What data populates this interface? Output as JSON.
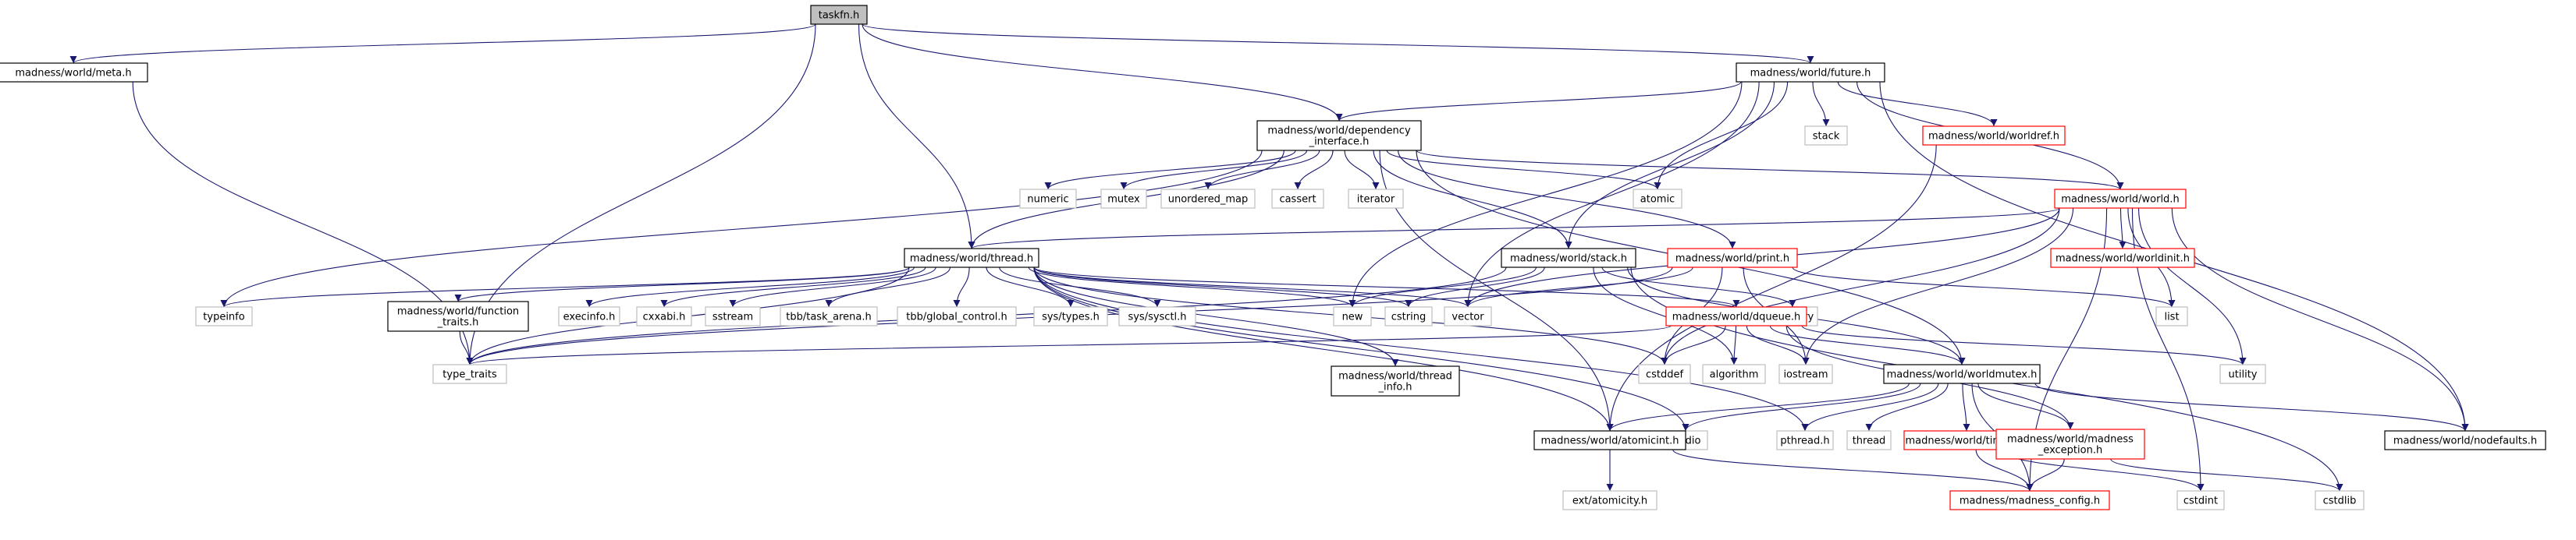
{
  "colors": {
    "edge": "#191970",
    "root_fill": "#bfbfbf",
    "root_border": "#000000",
    "documented_border": "#000000",
    "incomplete_border": "#ff0000",
    "external_border": "#bfbfbf"
  },
  "nodes": [
    {
      "id": "taskfn",
      "label": "taskfn.h",
      "kind": "root"
    },
    {
      "id": "meta",
      "label": "madness/world/meta.h",
      "kind": "documented"
    },
    {
      "id": "future",
      "label": "madness/world/future.h",
      "kind": "documented"
    },
    {
      "id": "depint",
      "label": "madness/world/dependency\n_interface.h",
      "kind": "documented"
    },
    {
      "id": "stack",
      "label": "stack",
      "kind": "external"
    },
    {
      "id": "worldref",
      "label": "madness/world/worldref.h",
      "kind": "incomplete"
    },
    {
      "id": "numeric",
      "label": "numeric",
      "kind": "external"
    },
    {
      "id": "mutex",
      "label": "mutex",
      "kind": "external"
    },
    {
      "id": "umap",
      "label": "unordered_map",
      "kind": "external"
    },
    {
      "id": "cassert",
      "label": "cassert",
      "kind": "external"
    },
    {
      "id": "iterator",
      "label": "iterator",
      "kind": "external"
    },
    {
      "id": "atomic",
      "label": "atomic",
      "kind": "external"
    },
    {
      "id": "world",
      "label": "madness/world/world.h",
      "kind": "incomplete"
    },
    {
      "id": "thread",
      "label": "madness/world/thread.h",
      "kind": "documented"
    },
    {
      "id": "wstack",
      "label": "madness/world/stack.h",
      "kind": "documented"
    },
    {
      "id": "print",
      "label": "madness/world/print.h",
      "kind": "incomplete"
    },
    {
      "id": "worldinit",
      "label": "madness/world/worldinit.h",
      "kind": "incomplete"
    },
    {
      "id": "typeinfo",
      "label": "typeinfo",
      "kind": "external"
    },
    {
      "id": "functraits",
      "label": "madness/world/function\n_traits.h",
      "kind": "documented"
    },
    {
      "id": "execinfo",
      "label": "execinfo.h",
      "kind": "external"
    },
    {
      "id": "cxxabi",
      "label": "cxxabi.h",
      "kind": "external"
    },
    {
      "id": "sstream",
      "label": "sstream",
      "kind": "external"
    },
    {
      "id": "tbbarena",
      "label": "tbb/task_arena.h",
      "kind": "external"
    },
    {
      "id": "tbbglobal",
      "label": "tbb/global_control.h",
      "kind": "external"
    },
    {
      "id": "systypes",
      "label": "sys/types.h",
      "kind": "external"
    },
    {
      "id": "syssysctl",
      "label": "sys/sysctl.h",
      "kind": "external"
    },
    {
      "id": "new",
      "label": "new",
      "kind": "external"
    },
    {
      "id": "cstring",
      "label": "cstring",
      "kind": "external"
    },
    {
      "id": "vector",
      "label": "vector",
      "kind": "external"
    },
    {
      "id": "memory",
      "label": "memory",
      "kind": "external"
    },
    {
      "id": "list",
      "label": "list",
      "kind": "external"
    },
    {
      "id": "dqueue",
      "label": "madness/world/dqueue.h",
      "kind": "incomplete"
    },
    {
      "id": "utility",
      "label": "utility",
      "kind": "external"
    },
    {
      "id": "typetraits",
      "label": "type_traits",
      "kind": "external"
    },
    {
      "id": "threadinfo",
      "label": "madness/world/thread\n_info.h",
      "kind": "documented"
    },
    {
      "id": "cstddef",
      "label": "cstddef",
      "kind": "external"
    },
    {
      "id": "algorithm",
      "label": "algorithm",
      "kind": "external"
    },
    {
      "id": "iostream",
      "label": "iostream",
      "kind": "external"
    },
    {
      "id": "worldmutex",
      "label": "madness/world/worldmutex.h",
      "kind": "documented"
    },
    {
      "id": "cstdio",
      "label": "cstdio",
      "kind": "external"
    },
    {
      "id": "pthread",
      "label": "pthread.h",
      "kind": "external"
    },
    {
      "id": "atomicint",
      "label": "madness/world/atomicint.h",
      "kind": "documented"
    },
    {
      "id": "threadx",
      "label": "thread",
      "kind": "external"
    },
    {
      "id": "timers",
      "label": "madness/world/timers.h",
      "kind": "incomplete"
    },
    {
      "id": "mexc",
      "label": "madness/world/madness\n_exception.h",
      "kind": "incomplete"
    },
    {
      "id": "nodefaults",
      "label": "madness/world/nodefaults.h",
      "kind": "documented"
    },
    {
      "id": "cstdint",
      "label": "cstdint",
      "kind": "external"
    },
    {
      "id": "cstdlib",
      "label": "cstdlib",
      "kind": "external"
    },
    {
      "id": "extatom",
      "label": "ext/atomicity.h",
      "kind": "external"
    },
    {
      "id": "mconfig",
      "label": "madness/madness_config.h",
      "kind": "incomplete"
    }
  ],
  "edges": [
    [
      "taskfn",
      "meta"
    ],
    [
      "taskfn",
      "future"
    ],
    [
      "taskfn",
      "depint"
    ],
    [
      "taskfn",
      "thread"
    ],
    [
      "taskfn",
      "typetraits"
    ],
    [
      "meta",
      "typetraits"
    ],
    [
      "future",
      "depint"
    ],
    [
      "future",
      "stack"
    ],
    [
      "future",
      "worldref"
    ],
    [
      "future",
      "atomic"
    ],
    [
      "future",
      "world"
    ],
    [
      "future",
      "wstack"
    ],
    [
      "future",
      "vector"
    ],
    [
      "future",
      "new"
    ],
    [
      "future",
      "nodefaults"
    ],
    [
      "depint",
      "numeric"
    ],
    [
      "depint",
      "mutex"
    ],
    [
      "depint",
      "umap"
    ],
    [
      "depint",
      "cassert"
    ],
    [
      "depint",
      "iterator"
    ],
    [
      "depint",
      "atomic"
    ],
    [
      "depint",
      "world"
    ],
    [
      "depint",
      "thread"
    ],
    [
      "depint",
      "wstack"
    ],
    [
      "depint",
      "print"
    ],
    [
      "depint",
      "typeinfo"
    ],
    [
      "depint",
      "worldmutex"
    ],
    [
      "depint",
      "atomicint"
    ],
    [
      "worldref",
      "atomicint"
    ],
    [
      "world",
      "worldinit"
    ],
    [
      "world",
      "thread"
    ],
    [
      "world",
      "list"
    ],
    [
      "world",
      "utility"
    ],
    [
      "world",
      "cstdint"
    ],
    [
      "world",
      "mconfig"
    ],
    [
      "world",
      "nodefaults"
    ],
    [
      "world",
      "cstddef"
    ],
    [
      "world",
      "iostream"
    ],
    [
      "world",
      "vector"
    ],
    [
      "thread",
      "typeinfo"
    ],
    [
      "thread",
      "functraits"
    ],
    [
      "thread",
      "execinfo"
    ],
    [
      "thread",
      "cxxabi"
    ],
    [
      "thread",
      "sstream"
    ],
    [
      "thread",
      "tbbarena"
    ],
    [
      "thread",
      "tbbglobal"
    ],
    [
      "thread",
      "systypes"
    ],
    [
      "thread",
      "syssysctl"
    ],
    [
      "thread",
      "new"
    ],
    [
      "thread",
      "cstring"
    ],
    [
      "thread",
      "vector"
    ],
    [
      "thread",
      "dqueue"
    ],
    [
      "thread",
      "typetraits"
    ],
    [
      "thread",
      "threadinfo"
    ],
    [
      "thread",
      "cstddef"
    ],
    [
      "thread",
      "cstdio"
    ],
    [
      "thread",
      "pthread"
    ],
    [
      "thread",
      "atomicint"
    ],
    [
      "functraits",
      "typetraits"
    ],
    [
      "wstack",
      "new"
    ],
    [
      "wstack",
      "cstring"
    ],
    [
      "wstack",
      "memory"
    ],
    [
      "wstack",
      "typetraits"
    ],
    [
      "wstack",
      "algorithm"
    ],
    [
      "wstack",
      "worldmutex"
    ],
    [
      "wstack",
      "cstdlib"
    ],
    [
      "print",
      "vector"
    ],
    [
      "print",
      "list"
    ],
    [
      "print",
      "iostream"
    ],
    [
      "print",
      "typetraits"
    ],
    [
      "print",
      "cstddef"
    ],
    [
      "dqueue",
      "typetraits"
    ],
    [
      "dqueue",
      "cstddef"
    ],
    [
      "dqueue",
      "algorithm"
    ],
    [
      "dqueue",
      "iostream"
    ],
    [
      "dqueue",
      "utility"
    ],
    [
      "dqueue",
      "worldmutex"
    ],
    [
      "dqueue",
      "mexc"
    ],
    [
      "worldmutex",
      "atomicint"
    ],
    [
      "worldmutex",
      "cstdio"
    ],
    [
      "worldmutex",
      "pthread"
    ],
    [
      "worldmutex",
      "threadx"
    ],
    [
      "worldmutex",
      "timers"
    ],
    [
      "worldmutex",
      "mexc"
    ],
    [
      "worldmutex",
      "nodefaults"
    ],
    [
      "worldmutex",
      "mconfig"
    ],
    [
      "atomicint",
      "extatom"
    ],
    [
      "atomicint",
      "mconfig"
    ],
    [
      "timers",
      "mconfig"
    ],
    [
      "timers",
      "cstdint"
    ],
    [
      "mexc",
      "mconfig"
    ],
    [
      "mexc",
      "cstdlib"
    ]
  ]
}
